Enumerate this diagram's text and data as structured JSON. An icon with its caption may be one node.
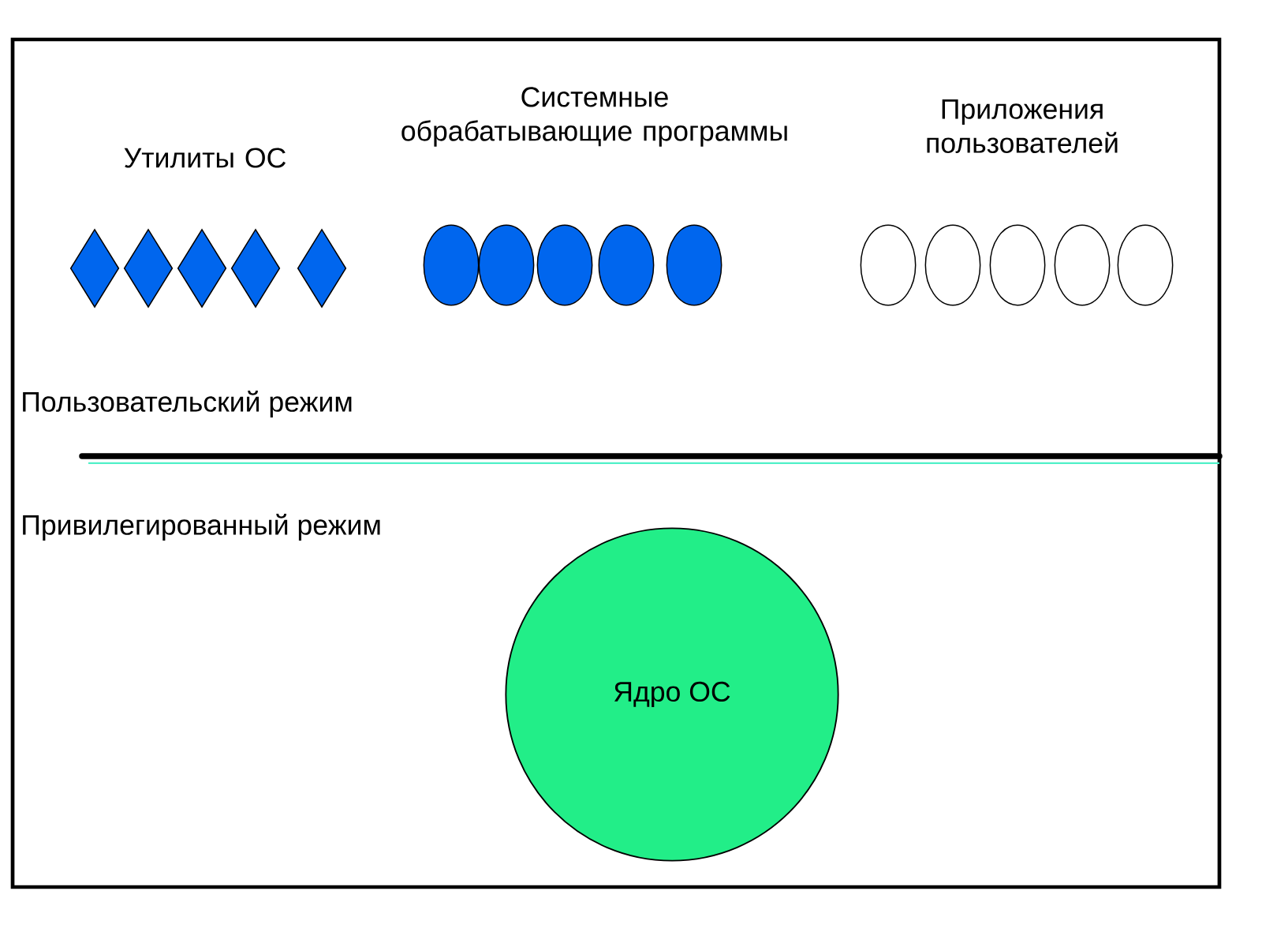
{
  "diagram": {
    "nodes": [
      {
        "text": [],
        "shape": "diamond"
      },
      {
        "text": [],
        "shape": "diamond"
      },
      {
        "text": [],
        "shape": "diamond"
      },
      {
        "text": [],
        "shape": "diamond"
      },
      {
        "text": [],
        "shape": "diamond"
      },
      {
        "text": [],
        "shape": "circle"
      },
      {
        "text": [],
        "shape": "circle"
      },
      {
        "text": [],
        "shape": "circle"
      },
      {
        "text": [],
        "shape": "circle"
      },
      {
        "text": [],
        "shape": "circle"
      },
      {
        "text": [],
        "shape": "circle"
      },
      {
        "text": [],
        "shape": "circle"
      },
      {
        "text": [],
        "shape": "circle"
      },
      {
        "text": [],
        "shape": "circle"
      },
      {
        "text": [],
        "shape": "circle"
      },
      {
        "text": [
          "Ядро ОС"
        ]
      }
    ],
    "labels": [
      "Системные обрабатывающие программы",
      "Утилиты ОС",
      "Приложения пользователей",
      "Пользовательский режим",
      "Привилегированный режим"
    ]
  }
}
